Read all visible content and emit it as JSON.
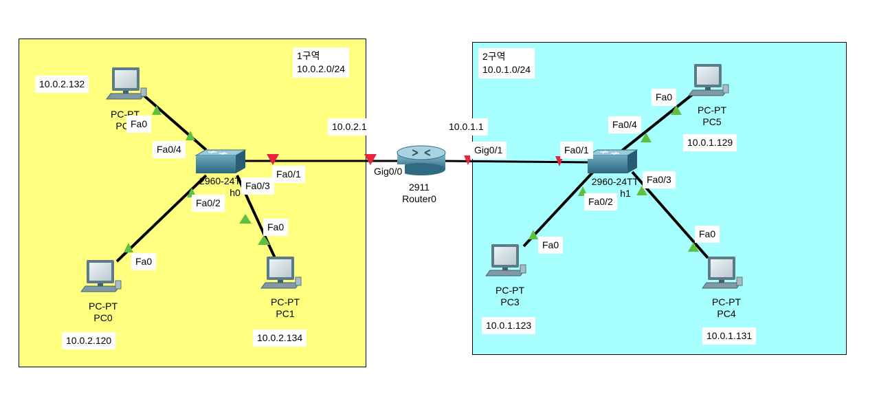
{
  "colors": {
    "zone1_fill": "#ffff80",
    "zone2_fill": "#a8ffff",
    "link": "#000000",
    "port_up": "#5fbf3f",
    "port_down": "#e8243c",
    "device_body": "#4b8fa8"
  },
  "zones": [
    {
      "name": "1구역",
      "subnet": "10.0.2.0/24"
    },
    {
      "name": "2구역",
      "subnet": "10.0.1.0/24"
    }
  ],
  "router": {
    "model": "2911",
    "name": "Router0",
    "left_ip": "10.0.2.1",
    "right_ip": "10.0.1.1",
    "left_port": "Gig0/0",
    "right_port": "Gig0/1",
    "icon": "router-icon"
  },
  "switches": [
    {
      "model": "2960-24T",
      "name": "h0",
      "icon": "switch-icon"
    },
    {
      "model": "2960-24TT",
      "name": "h1",
      "icon": "switch-icon"
    }
  ],
  "pcs": [
    {
      "type": "PC-PT",
      "name": "PC2",
      "ip": "10.0.2.132",
      "port": "Fa0",
      "icon": "pc-icon"
    },
    {
      "type": "PC-PT",
      "name": "PC0",
      "ip": "10.0.2.120",
      "port": "Fa0",
      "icon": "pc-icon"
    },
    {
      "type": "PC-PT",
      "name": "PC1",
      "ip": "10.0.2.134",
      "port": "Fa0",
      "icon": "pc-icon"
    },
    {
      "type": "PC-PT",
      "name": "PC5",
      "ip": "10.0.1.129",
      "port": "Fa0",
      "icon": "pc-icon"
    },
    {
      "type": "PC-PT",
      "name": "PC3",
      "ip": "10.0.1.123",
      "port": "Fa0",
      "icon": "pc-icon"
    },
    {
      "type": "PC-PT",
      "name": "PC4",
      "ip": "10.0.1.131",
      "port": "Fa0",
      "icon": "pc-icon"
    }
  ],
  "switch_ports": {
    "sw0": [
      "Fa0/4",
      "Fa0/2",
      "Fa0/3",
      "Fa0/1"
    ],
    "sw1": [
      "Fa0/1",
      "Fa0/4",
      "Fa0/3",
      "Fa0/2"
    ]
  }
}
